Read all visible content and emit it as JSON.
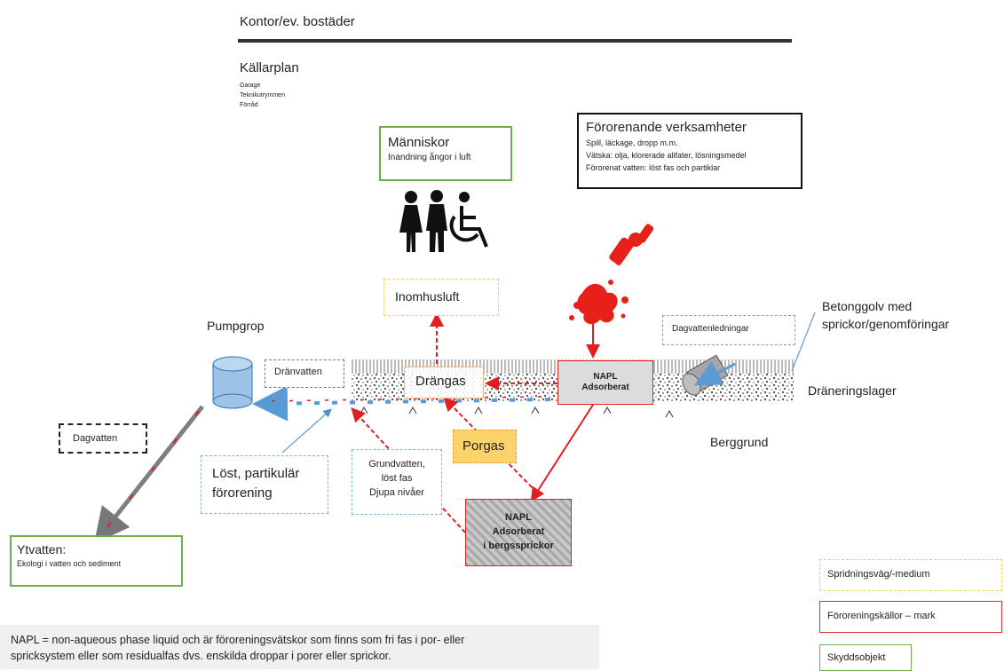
{
  "building": {
    "top_title": "Kontor/ev. bostäder",
    "cellar_title": "Källarplan",
    "cellar_items": [
      "Garage",
      "Teknikutrymmen",
      "Förråd"
    ]
  },
  "humans": {
    "title": "Människor",
    "subtitle": "Inandning ångor i luft"
  },
  "sources": {
    "title": "Förorenande verksamheter",
    "lines": [
      "Spill, läckage, dropp m.m.",
      "Vätska: olja, klorerade alifater, lösningsmedel",
      "Förorenat vatten: löst fas och partiklar"
    ]
  },
  "labels": {
    "inomhusluft": "Inomhusluft",
    "pumpgrop": "Pumpgrop",
    "dranvatten": "Dränvatten",
    "drangas": "Drängas",
    "napl_top": [
      "NAPL",
      "Adsorberat"
    ],
    "dagvattenledningar": "Dagvattenledningar",
    "betonggolv": [
      "Betonggolv med",
      "sprickor/genomföringar"
    ],
    "draneringslager": "Dräneringslager",
    "berggrund": "Berggrund",
    "dagvatten": "Dagvatten",
    "porgas": "Porgas",
    "lost": [
      "Löst, partikulär",
      "förorening"
    ],
    "grundvatten": [
      "Grundvatten,",
      "löst fas",
      "Djupa nivåer"
    ],
    "napl_bottom": [
      "NAPL",
      "Adsorberat",
      "i bergssprickor"
    ],
    "ytvatten_title": "Ytvatten:",
    "ytvatten_sub": "Ekologi i vatten och sediment"
  },
  "legend": [
    {
      "label": "Spridningsväg/-medium",
      "color": "#f5d442",
      "style": "dashed"
    },
    {
      "label": "Föroreningskällor – mark",
      "color": "#e03030",
      "style": "solid"
    },
    {
      "label": "Skyddsobjekt",
      "color": "#6ab04c",
      "style": "solid"
    }
  ],
  "footnote": [
    "NAPL = non-aqueous phase liquid och är föroreningsvätskor som finns som fri fas i por- eller",
    "spricksystem eller som residualfas dvs. enskilda droppar i porer eller sprickor."
  ],
  "colors": {
    "red": "#e02020",
    "yellow_border": "#f0d050",
    "green_border": "#6ab04c",
    "blue_dashed": "#7fb3d8",
    "porgas_fill": "#fcd26a",
    "tank_fill": "#9dc3e6"
  }
}
